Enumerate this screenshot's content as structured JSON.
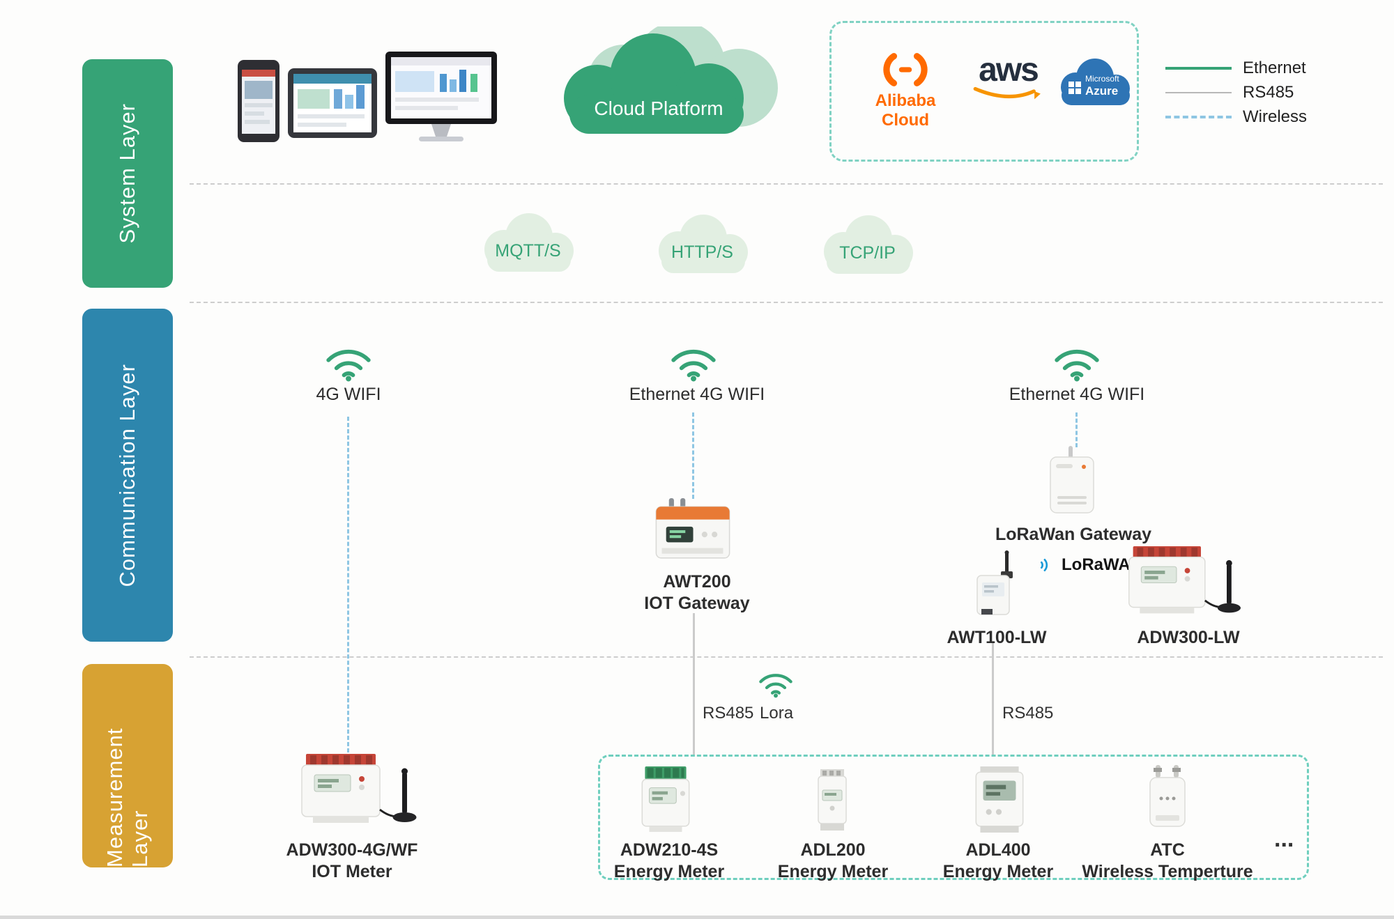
{
  "layers": {
    "system": "System Layer",
    "communication": "Communication Layer",
    "measurement": "Measurement Layer"
  },
  "system": {
    "cloud_platform_label": "Cloud Platform",
    "providers": {
      "alibaba": "Alibaba Cloud",
      "aws": "aws",
      "azure_line1": "Microsoft",
      "azure_line2": "Azure"
    },
    "legend": {
      "ethernet": "Ethernet",
      "rs485": "RS485",
      "wireless": "Wireless"
    },
    "protocols": [
      "MQTT/S",
      "HTTP/S",
      "TCP/IP"
    ]
  },
  "communication": {
    "wifi_left": "4G WIFI",
    "wifi_mid": "Ethernet 4G WIFI",
    "wifi_right": "Ethernet 4G WIFI",
    "awt200_name": "AWT200",
    "awt200_desc": "IOT Gateway",
    "lorawan_gateway": "LoRaWan Gateway",
    "lorawan_brand": "LoRaWAN",
    "awt100": "AWT100-LW",
    "adw300lw": "ADW300-LW"
  },
  "connections": {
    "rs485_left": "RS485",
    "lora": "Lora",
    "rs485_right": "RS485"
  },
  "measurement": {
    "adw300_name": "ADW300-4G/WF",
    "adw300_desc": "IOT Meter",
    "devices": [
      {
        "name": "ADW210-4S",
        "desc": "Energy Meter"
      },
      {
        "name": "ADL200",
        "desc": "Energy Meter"
      },
      {
        "name": "ADL400",
        "desc": "Energy Meter"
      },
      {
        "name": "ATC",
        "desc": "Wireless Temperture"
      }
    ],
    "more": "..."
  },
  "colors": {
    "layer_green": "#36a376",
    "layer_blue": "#2d86ad",
    "layer_gold": "#d7a233",
    "wireless_dash_blue": "#8ec6e3",
    "line_gray": "#cbcbcb",
    "teal_dash_border": "#6fcfbe",
    "alibaba_orange": "#ff6a00",
    "aws_orange": "#f79400",
    "azure_blue": "#2e74b5",
    "protocol_cloud": "#e2efe2"
  }
}
